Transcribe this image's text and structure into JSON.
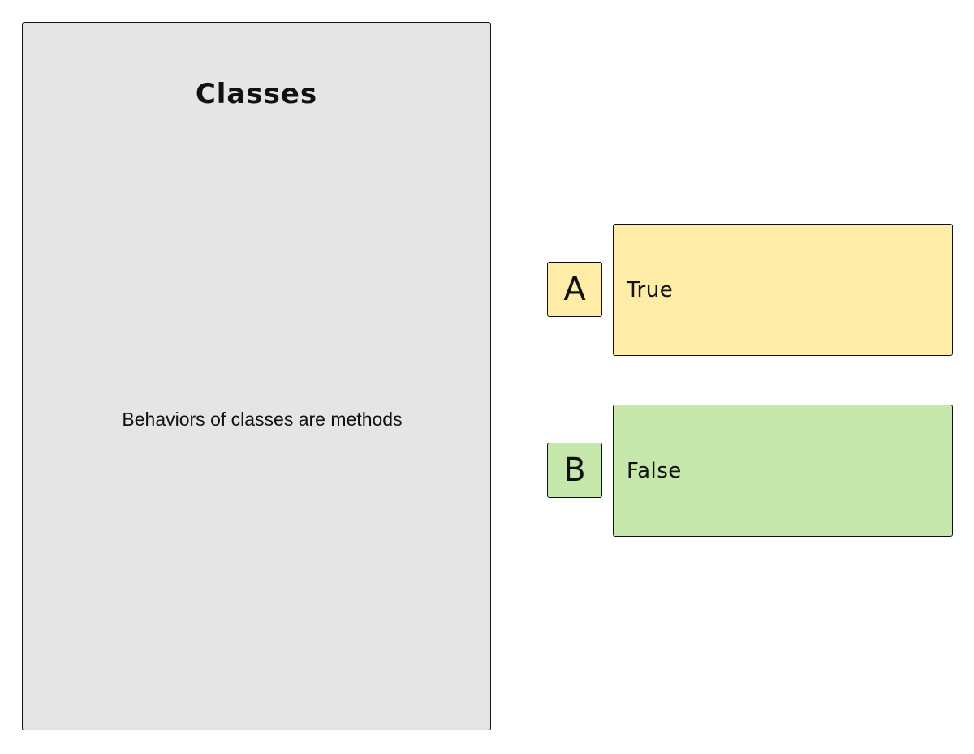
{
  "card": {
    "title": "Classes",
    "question": "Behaviors of classes are methods"
  },
  "options": [
    {
      "key": "A",
      "label": "True",
      "color": "#ffeca7"
    },
    {
      "key": "B",
      "label": "False",
      "color": "#c6e8ac"
    }
  ]
}
